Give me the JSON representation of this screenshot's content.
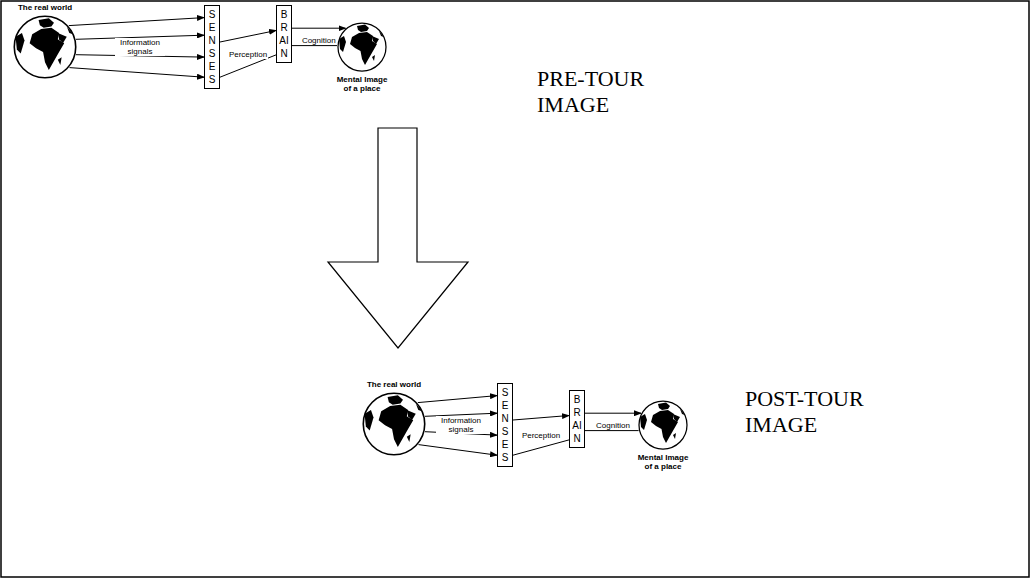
{
  "diagram": {
    "nodes": [
      {
        "text": [
          "The real world"
        ]
      },
      {
        "text": [
          "SENSES"
        ]
      },
      {
        "text": [
          "BRAIN"
        ]
      },
      {
        "text": [
          "Mental Image of a place"
        ]
      },
      {
        "text": [
          "The real world"
        ]
      },
      {
        "text": [
          "SENSES"
        ]
      },
      {
        "text": [
          "BRAIN"
        ]
      },
      {
        "text": [
          "Mental Image of a place"
        ]
      }
    ],
    "edges": [
      {
        "from": 0,
        "to": 1,
        "arrow": "to"
      },
      {
        "from": 0,
        "to": 1,
        "arrow": "to",
        "label": "Information signals"
      },
      {
        "from": 0,
        "to": 1,
        "arrow": "to"
      },
      {
        "from": 0,
        "to": 1,
        "arrow": "to"
      },
      {
        "from": 1,
        "to": 2,
        "arrow": "to",
        "label": "Perception"
      },
      {
        "from": 1,
        "to": 2,
        "arrow": "none"
      },
      {
        "from": 2,
        "to": 3,
        "arrow": "to",
        "label": "Cognition"
      },
      {
        "from": 2,
        "to": 3,
        "arrow": "none"
      },
      {
        "from": 4,
        "to": 5,
        "arrow": "to"
      },
      {
        "from": 4,
        "to": 5,
        "arrow": "to",
        "label": "Information signals"
      },
      {
        "from": 4,
        "to": 5,
        "arrow": "to"
      },
      {
        "from": 4,
        "to": 5,
        "arrow": "to"
      },
      {
        "from": 5,
        "to": 6,
        "arrow": "to",
        "label": "Perception"
      },
      {
        "from": 5,
        "to": 6,
        "arrow": "none"
      },
      {
        "from": 6,
        "to": 7,
        "arrow": "to",
        "label": "Cognition"
      },
      {
        "from": 6,
        "to": 7,
        "arrow": "none"
      }
    ],
    "labels": [
      "PRE-TOUR IMAGE",
      "POST-TOUR IMAGE"
    ]
  }
}
